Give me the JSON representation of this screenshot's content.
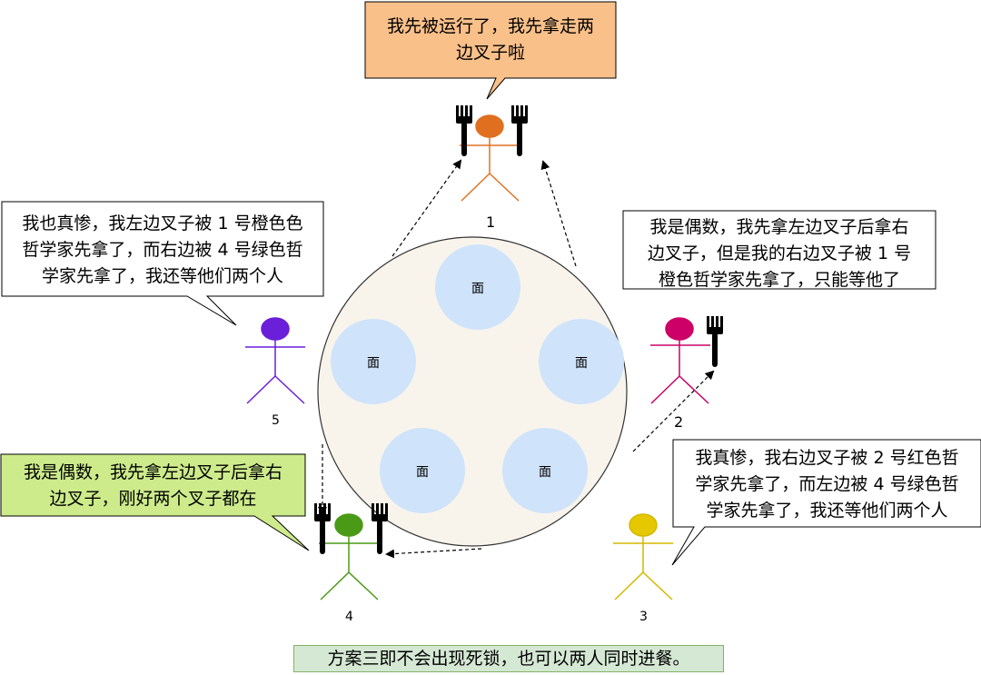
{
  "plates": {
    "label": "面"
  },
  "philosophers": [
    {
      "number": "1",
      "color": "#e07020",
      "role": "orange"
    },
    {
      "number": "2",
      "color": "#cc0066",
      "role": "red"
    },
    {
      "number": "3",
      "color": "#d4b800",
      "role": "yellow"
    },
    {
      "number": "4",
      "color": "#4a9a17",
      "role": "green"
    },
    {
      "number": "5",
      "color": "#6a1fd9",
      "role": "purple"
    }
  ],
  "bubbles": {
    "p1": {
      "lines": [
        "我先被运行了，我先拿走两",
        "边叉子啦"
      ],
      "fill": "#f9c08a",
      "stroke": "#000000"
    },
    "p5": {
      "lines": [
        "我也真惨，我左边叉子被 1 号橙色色",
        "哲学家先拿了，而右边被 4 号绿色哲",
        "学家先拿了，我还等他们两个人"
      ],
      "fill": "#ffffff",
      "stroke": "#000000"
    },
    "p2": {
      "lines": [
        "我是偶数，我先拿左边叉子后拿右",
        "边叉子，但是我的右边叉子被 1 号",
        "橙色哲学家先拿了，只能等他了"
      ],
      "fill": "#ffffff",
      "stroke": "#000000"
    },
    "p4": {
      "lines": [
        "我是偶数，我先拿左边叉子后拿右",
        "边叉子，刚好两个叉子都在"
      ],
      "fill": "#cdeb8b",
      "stroke": "#000000"
    },
    "p3": {
      "lines": [
        "我真惨，我右边叉子被 2 号红色哲",
        "学家先拿了，而左边被 4 号绿色哲",
        "学家先拿了，我还等他们两个人"
      ],
      "fill": "#ffffff",
      "stroke": "#000000"
    }
  },
  "caption": "方案三即不会出现死锁，也可以两人同时进餐。",
  "colors": {
    "table_fill": "#f8f4ec",
    "table_stroke": "#333333",
    "plate_fill": "#cfe3fa",
    "fork": "#000000",
    "caption_fill": "#d5e8d4",
    "caption_stroke": "#82b366"
  }
}
